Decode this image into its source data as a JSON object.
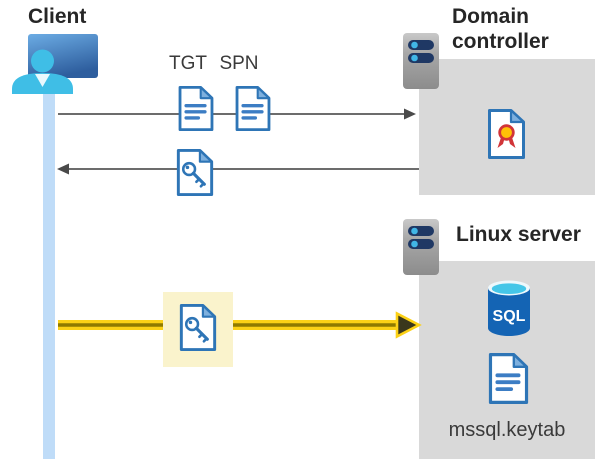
{
  "client": {
    "label": "Client"
  },
  "kerberos_flow": {
    "tgt_label": "TGT",
    "spn_label": "SPN"
  },
  "domain_controller": {
    "label": "Domain controller"
  },
  "linux_server": {
    "label": "Linux server",
    "sql_badge": "SQL",
    "keytab_file": "mssql.keytab"
  },
  "colors": {
    "document_blue": "#2e75b6",
    "document_fold_blue": "#7eb0de",
    "doc_line_blue": "#3c7dc4",
    "arrow_gray": "#575757",
    "highlight_yellow": "#fcd116",
    "highlight_core_olive": "#8f7a00",
    "highlight_pale_box": "#faf3cc",
    "lifeline_blue": "#bfdcf8",
    "container_box_gray": "#d9d9d9",
    "server_body_gray": "#a8a8a8",
    "server_bar_navy": "#1f3864",
    "server_led_cyan": "#41b6e6",
    "sql_blue": "#1464b4",
    "sql_top_cyan": "#45c6e8",
    "person_cyan": "#3fbee6",
    "monitor_blue": "#4a86c8",
    "certificate_red": "#d13438",
    "certificate_gold": "#ffc107"
  }
}
